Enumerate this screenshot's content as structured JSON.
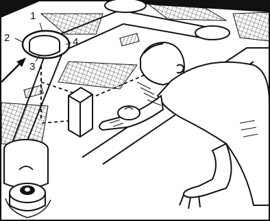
{
  "figure": {
    "colors": {
      "ink": "#111111",
      "paper": "#ffffff"
    },
    "callouts": [
      {
        "id": "1",
        "text": "1"
      },
      {
        "id": "2",
        "text": "2"
      },
      {
        "id": "3",
        "text": "3"
      },
      {
        "id": "4",
        "text": "4"
      }
    ],
    "depicted": [
      "tabletop-frame",
      "leveling-feet",
      "corner-foot-callout",
      "arrow",
      "person-leaning",
      "bubble-level-box",
      "hatched-surfaces"
    ]
  }
}
